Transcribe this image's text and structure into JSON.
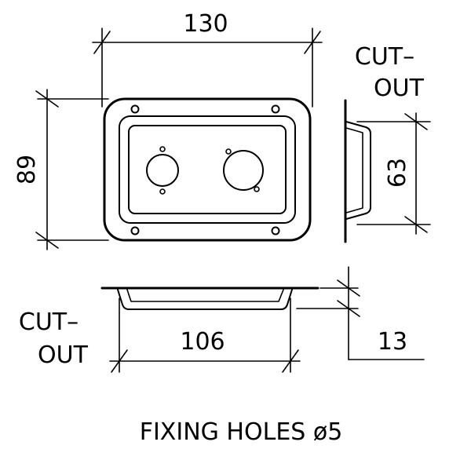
{
  "dimensions": {
    "overall_width": "130",
    "overall_height": "89",
    "cutout_height": "63",
    "cutout_width": "106",
    "depth": "13"
  },
  "labels": {
    "cutout_right_line1": "CUT–",
    "cutout_right_line2": "OUT",
    "cutout_left_line1": "CUT–",
    "cutout_left_line2": "OUT",
    "footer": "FIXING HOLES ø5"
  },
  "colors": {
    "line": "#000000",
    "background": "#ffffff"
  }
}
